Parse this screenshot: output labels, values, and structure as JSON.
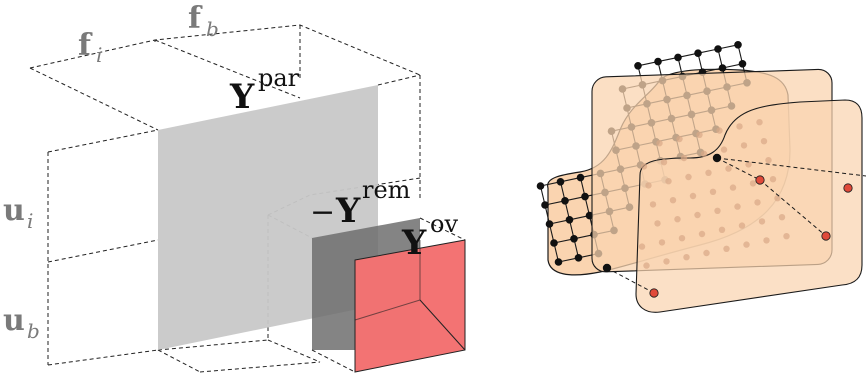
{
  "left_panel": {
    "axis_labels": {
      "f_i": {
        "base": "f",
        "sub": "i"
      },
      "f_b": {
        "base": "f",
        "sub": "b"
      },
      "u_i": {
        "base": "u",
        "sub": "i"
      },
      "u_b": {
        "base": "u",
        "sub": "b"
      }
    },
    "blocks": {
      "par": {
        "base": "Y",
        "sup": "par"
      },
      "rem": {
        "prefix": "−",
        "base": "Y",
        "sup": "rem"
      },
      "ov": {
        "base": "Y",
        "sup": "ov"
      }
    },
    "colors": {
      "par_fill": "#c8c8c8",
      "rem_fill": "#6e6e6e",
      "ov_fill": "#f26b6b",
      "ov_side": "#f59a9a",
      "label_gray": "#7a7a7a",
      "dashed": "#222222"
    }
  },
  "right_panel": {
    "description_colors": {
      "layer_fill": "#fad4b0",
      "layer_stroke": "#1a1a1a",
      "node_black": "#111111",
      "node_red": "#e04a3a"
    }
  }
}
